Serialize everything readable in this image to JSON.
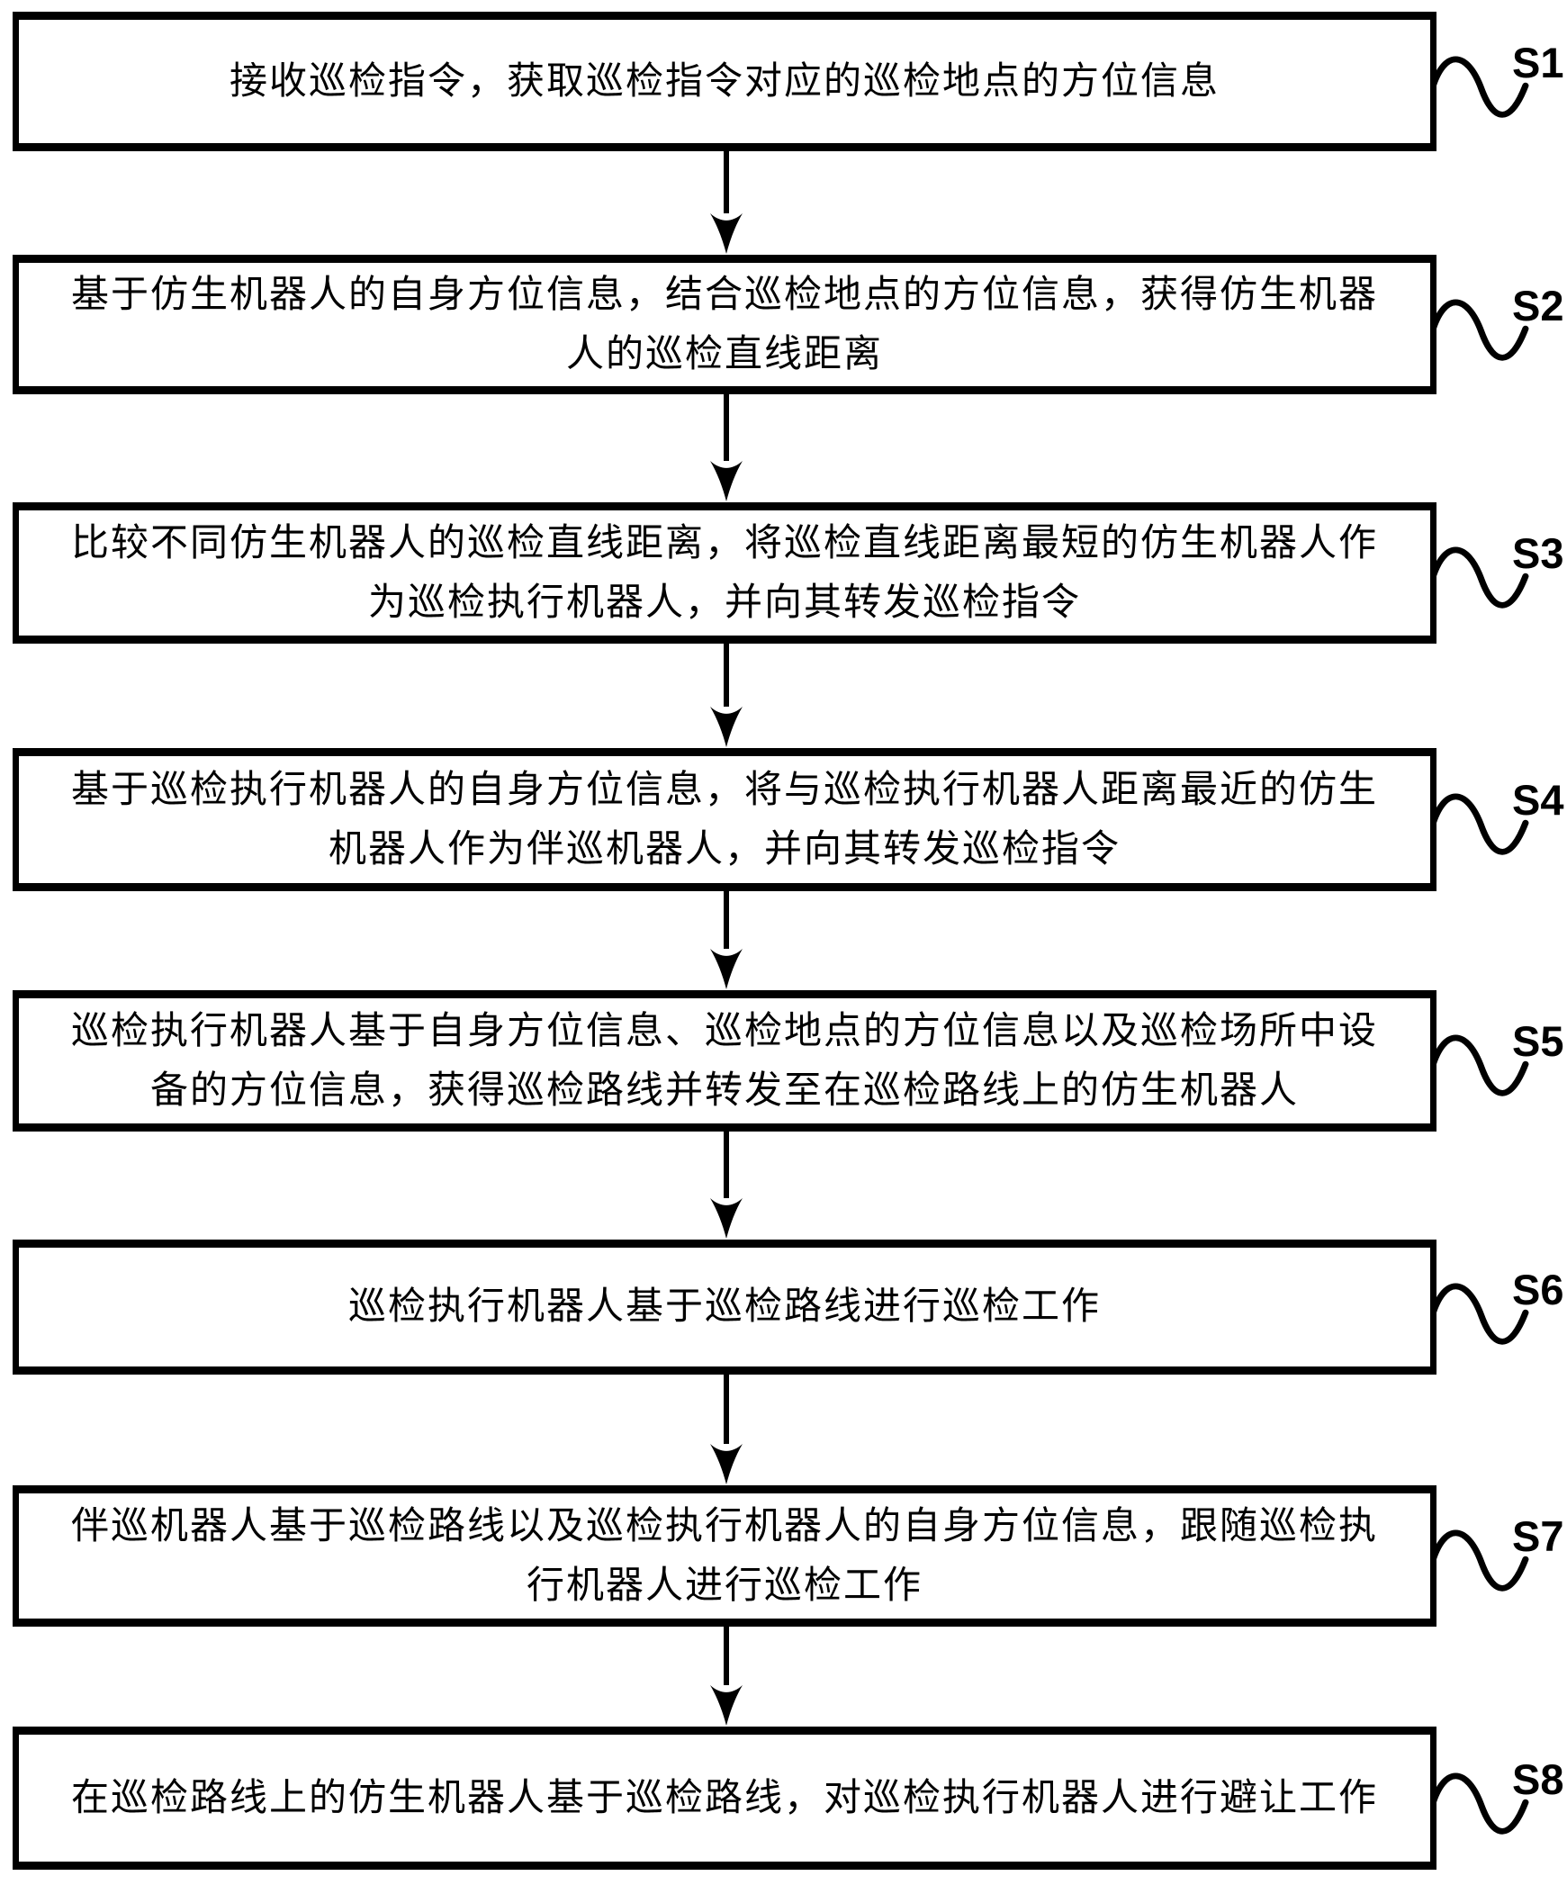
{
  "flowchart": {
    "steps": [
      {
        "label": "S1",
        "text": "接收巡检指令，获取巡检指令对应的巡检地点的方位信息"
      },
      {
        "label": "S2",
        "text": "基于仿生机器人的自身方位信息，结合巡检地点的方位信息，获得仿生机器人的巡检直线距离"
      },
      {
        "label": "S3",
        "text": "比较不同仿生机器人的巡检直线距离，将巡检直线距离最短的仿生机器人作为巡检执行机器人，并向其转发巡检指令"
      },
      {
        "label": "S4",
        "text": "基于巡检执行机器人的自身方位信息，将与巡检执行机器人距离最近的仿生机器人作为伴巡机器人，并向其转发巡检指令"
      },
      {
        "label": "S5",
        "text": "巡检执行机器人基于自身方位信息、巡检地点的方位信息以及巡检场所中设备的方位信息，获得巡检路线并转发至在巡检路线上的仿生机器人"
      },
      {
        "label": "S6",
        "text": "巡检执行机器人基于巡检路线进行巡检工作"
      },
      {
        "label": "S7",
        "text": "伴巡机器人基于巡检路线以及巡检执行机器人的自身方位信息，跟随巡检执行机器人进行巡检工作"
      },
      {
        "label": "S8",
        "text": "在巡检路线上的仿生机器人基于巡检路线，对巡检执行机器人进行避让工作"
      }
    ],
    "colors": {
      "line": "#000000",
      "text": "#000000",
      "background": "#ffffff",
      "box_background": "#ffffff"
    }
  }
}
